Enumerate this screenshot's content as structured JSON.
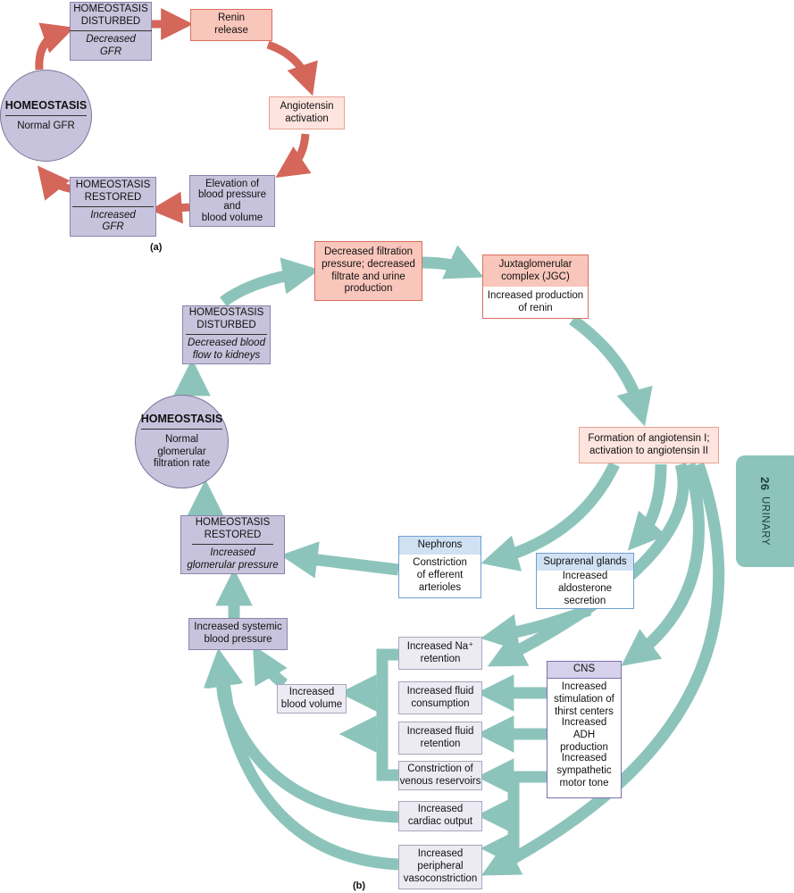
{
  "panel_a": {
    "label": "(a)",
    "disturbed": {
      "title": "HOMEOSTASIS\nDISTURBED",
      "sub": "Decreased\nGFR"
    },
    "renin": "Renin\nrelease",
    "angiotensin": "Angiotensin\nactivation",
    "elevation": "Elevation of\nblood pressure\nand\nblood volume",
    "restored": {
      "title": "HOMEOSTASIS\nRESTORED",
      "sub": "Increased\nGFR"
    },
    "homeostasis": {
      "title": "HOMEOSTASIS",
      "sub": "Normal GFR"
    }
  },
  "panel_b": {
    "label": "(b)",
    "decreased_filtration": "Decreased filtration\npressure; decreased\nfiltrate and urine\nproduction",
    "jgc": {
      "title": "Juxtaglomerular\ncomplex (JGC)",
      "body": "Increased production\nof renin"
    },
    "disturbed": {
      "title": "HOMEOSTASIS\nDISTURBED",
      "sub": "Decreased blood\nflow to kidneys"
    },
    "homeostasis": {
      "title": "HOMEOSTASIS",
      "sub": "Normal\nglomerular\nfiltration rate"
    },
    "formation": "Formation of angiotensin I;\nactivation to angiotensin II",
    "restored": {
      "title": "HOMEOSTASIS\nRESTORED",
      "sub": "Increased\nglomerular pressure"
    },
    "nephrons": {
      "title": "Nephrons",
      "body": "Constriction\nof efferent\narterioles"
    },
    "suprarenal": {
      "title": "Suprarenal glands",
      "body": "Increased\naldosterone\nsecretion"
    },
    "systemic_bp": "Increased systemic\nblood pressure",
    "na_retention": "Increased Na⁺\nretention",
    "blood_volume": "Increased\nblood volume",
    "fluid_consumption": "Increased fluid\nconsumption",
    "fluid_retention": "Increased fluid\nretention",
    "venous": "Constriction of\nvenous reservoirs",
    "cardiac": "Increased\ncardiac output",
    "peripheral": "Increased\nperipheral\nvasoconstriction",
    "cns": {
      "title": "CNS",
      "item1": "Increased\nstimulation of\nthirst centers",
      "item2": "Increased ADH\nproduction",
      "item3": "Increased\nsympathetic\nmotor tone"
    }
  },
  "tab": {
    "number": "26",
    "text": "URINARY"
  },
  "colors": {
    "red_arrow": "#d4665a",
    "teal_arrow": "#8cc4bb",
    "purple": "#c8c3dc",
    "pink": "#f9c6bb"
  }
}
